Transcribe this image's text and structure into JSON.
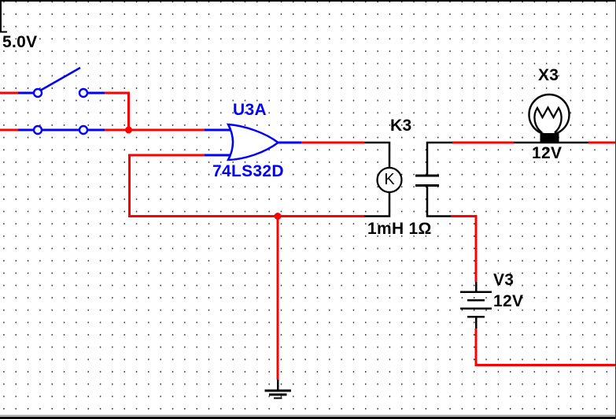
{
  "window": {
    "background": "#ffffff",
    "grid_dot_color": "#2e2e2e",
    "border_color": "#000000"
  },
  "colors": {
    "wire_red": "#ff0000",
    "logic_blue": "#0000ff",
    "component_black": "#000000"
  },
  "schematic": {
    "power_source": {
      "label": "5.0V"
    },
    "switches": {
      "top_state": "open",
      "bottom_state": "closed"
    },
    "or_gate": {
      "ref": "U3A",
      "part": "74LS32D"
    },
    "relay": {
      "ref": "K3",
      "coil_letter": "K",
      "value": "1mH 1Ω"
    },
    "lamp": {
      "ref": "X3",
      "value": "12V"
    },
    "battery": {
      "ref": "V3",
      "value": "12V"
    }
  }
}
